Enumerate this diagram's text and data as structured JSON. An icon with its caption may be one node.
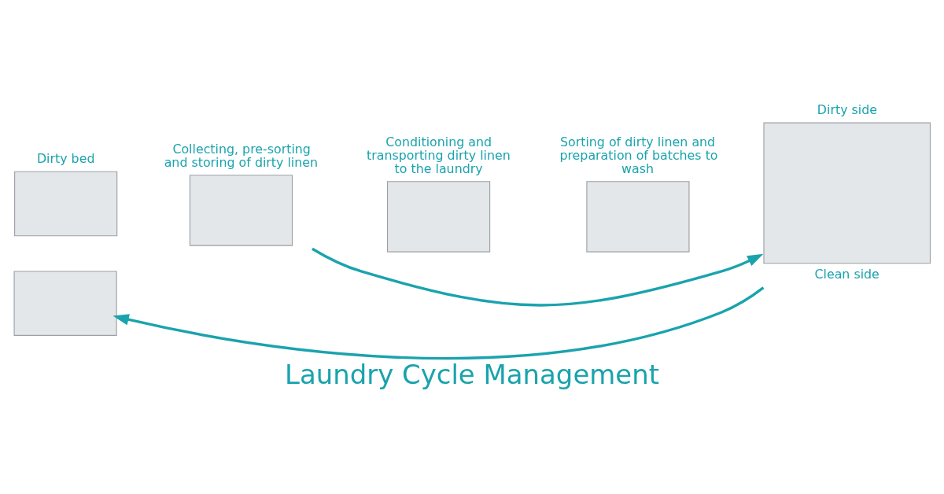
{
  "diagram": {
    "title": "Laundry Cycle Management",
    "nodes": [
      {
        "text": [],
        "shape": "box",
        "beside": [
          "Dirty bed"
        ]
      },
      {
        "text": [],
        "shape": "box"
      },
      {
        "text": [],
        "shape": "box",
        "beside": [
          "Collecting, pre-sorting and storing of dirty linen"
        ]
      },
      {
        "text": [],
        "shape": "box",
        "beside": [
          "Conditioning and transporting dirty linen to the laundry"
        ]
      },
      {
        "text": [],
        "shape": "box",
        "beside": [
          "Sorting of dirty linen and preparation of batches to wash"
        ]
      },
      {
        "text": [],
        "shape": "box",
        "beside": [
          "Dirty side",
          "Clean side"
        ]
      }
    ],
    "edges": [
      {
        "from": 2,
        "to": 5,
        "arrow": "to"
      },
      {
        "from": 5,
        "to": 1,
        "arrow": "to"
      }
    ]
  }
}
